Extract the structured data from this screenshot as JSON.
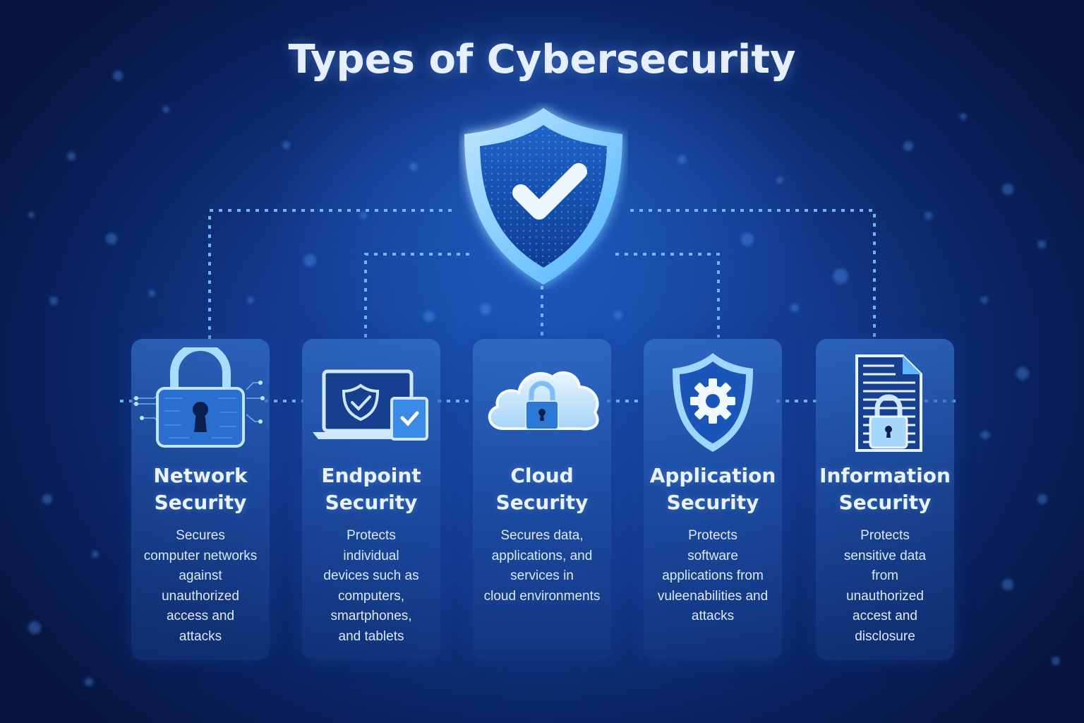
{
  "title": "Types of Cybersecurity",
  "colors": {
    "background_dark": "#061640",
    "background_mid": "#123a8c",
    "accent_glow": "#6ec3ff",
    "card_fill": "#2a5cb4",
    "text_light": "#eaf2ff"
  },
  "hero": {
    "icon": "shield-check-icon"
  },
  "cards": [
    {
      "name_line1": "Network",
      "name_line2": "Security",
      "icon": "padlock-circuit-icon",
      "description": "Secures\ncomputer networks\nagainst\nunauthorized\naccess and\nattacks"
    },
    {
      "name_line1": "Endpoint",
      "name_line2": "Security",
      "icon": "laptop-tablet-shield-icon",
      "description": "Protects\nindividual\ndevices such as\ncomputers,\nsmartphones,\nand tablets"
    },
    {
      "name_line1": "Cloud",
      "name_line2": "Security",
      "icon": "cloud-lock-icon",
      "description": "Secures data,\napplications, and\nservices in\ncloud environments"
    },
    {
      "name_line1": "Application",
      "name_line2": "Security",
      "icon": "shield-gear-icon",
      "description": "Protects\nsoftware\napplications from\nvuleenabilities and\nattacks"
    },
    {
      "name_line1": "Information",
      "name_line2": "Security",
      "icon": "document-lock-icon",
      "description": "Protects\nsensitive data\nfrom\nunauthorized\naccest and\ndisclosure"
    }
  ]
}
